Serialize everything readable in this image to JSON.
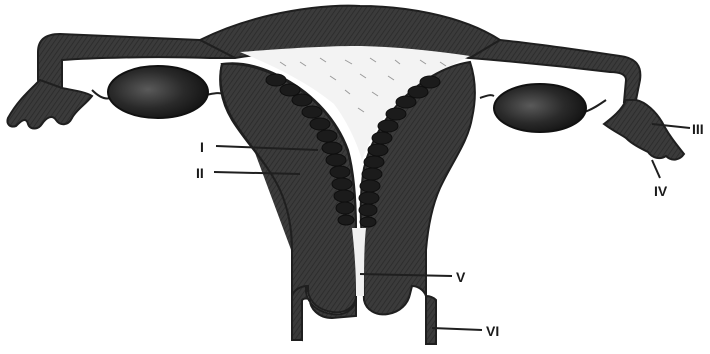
{
  "labels": {
    "l1": "I",
    "l2": "II",
    "l3": "III",
    "l4": "IV",
    "l5": "V",
    "l6": "VI"
  },
  "colors": {
    "ink": "#1f1f1f",
    "tissue": "#3a3a3a",
    "paper": "#ffffff",
    "cavity": "#f2f2f2"
  }
}
